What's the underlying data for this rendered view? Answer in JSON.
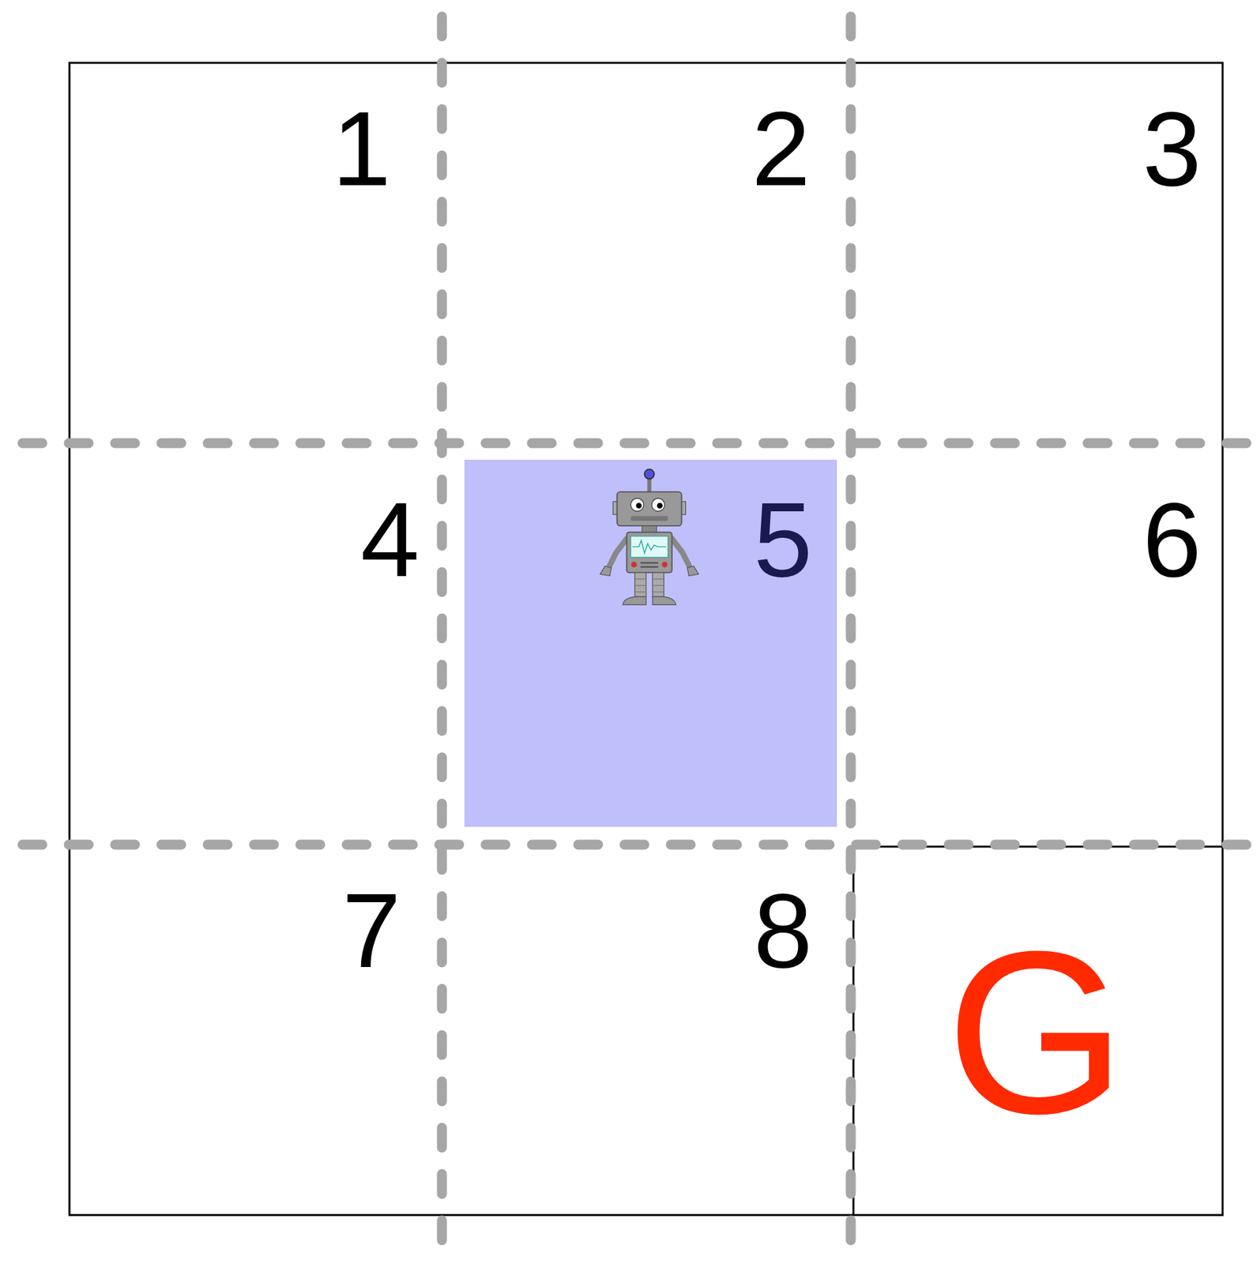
{
  "diagram": {
    "nodes": [
      {
        "text": [
          "5"
        ]
      }
    ],
    "labels": [
      "1",
      "2",
      "3",
      "4",
      "6",
      "7",
      "8",
      "G"
    ]
  }
}
